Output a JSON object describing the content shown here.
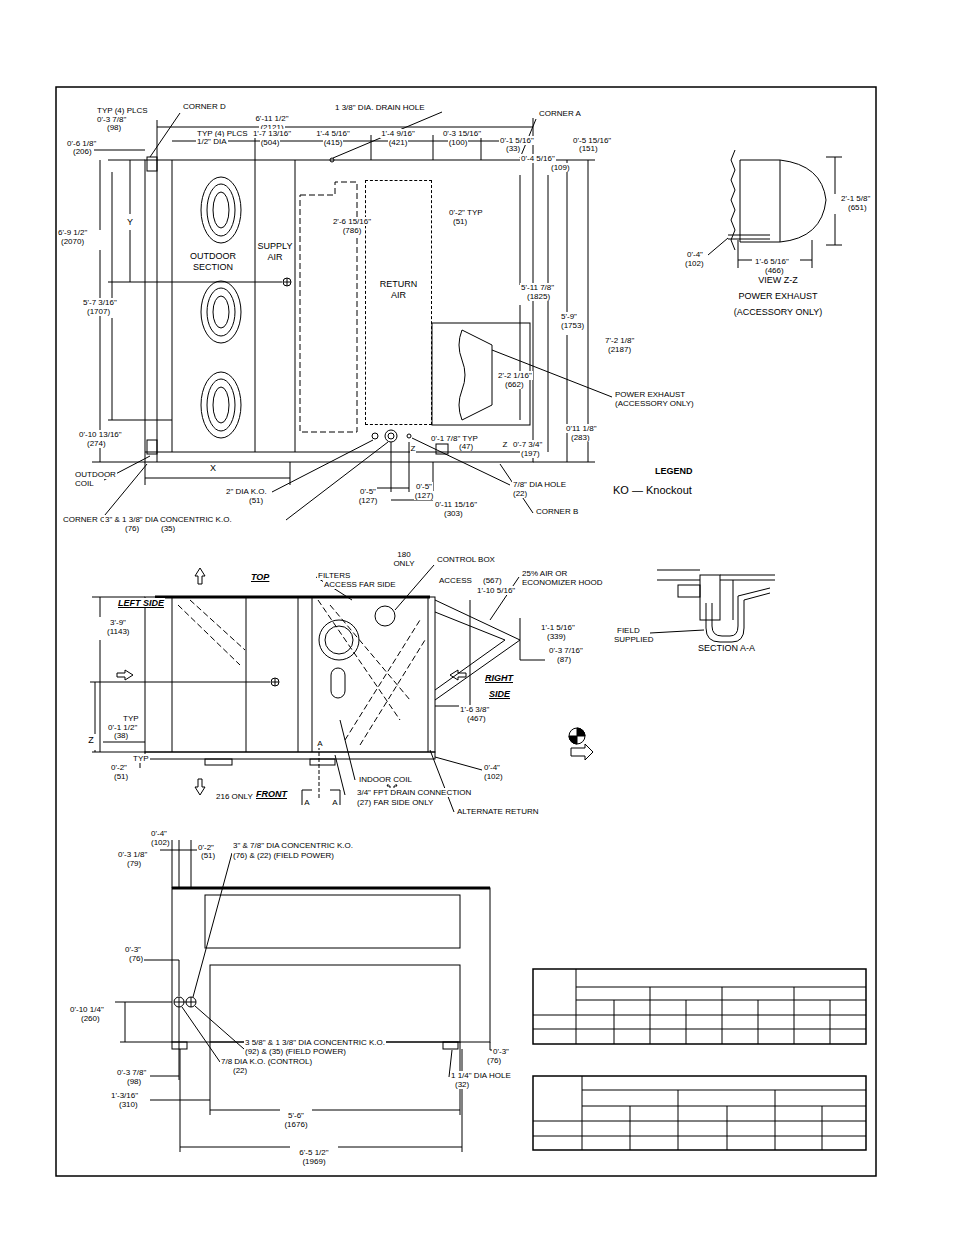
{
  "diagram": {
    "nodes": [
      {
        "text": [
          "OUTDOOR SECTION"
        ]
      },
      {
        "text": [
          "SUPPLY AIR"
        ]
      },
      {
        "text": [
          "RETURN AIR"
        ]
      }
    ],
    "labels": [
      "TYP (4) PLCS",
      "0'-3 7/8\"",
      "(98)",
      "0'-6 1/8\"",
      "(206)",
      "CORNER D",
      "TYP (4) PLCS",
      "1/2\" DIA",
      "6'-11 1/2\"",
      "(2121)",
      "1 3/8\" DIA. DRAIN HOLE",
      "CORNER A",
      "1'-7 13/16\"",
      "(504)",
      "1'-4 5/16\"",
      "(415)",
      "1'-4 9/16\"",
      "(421)",
      "0'-3 15/16\"",
      "(100)",
      "0'-1 5/16\"",
      "(33)",
      "0'-5 15/16\"",
      "(151)",
      "0'-4 5/16\"",
      "(109)",
      "Y",
      "6'-9 1/2\"",
      "(2070)",
      "5'-7 3/16\"",
      "(1707)",
      "2'-6 15/16\"",
      "(786)",
      "0'-2\" TYP",
      "(51)",
      "5'-11 7/8\"",
      "(1825)",
      "5'-9\"",
      "(1753)",
      "7'-2 1/8\"",
      "(2187)",
      "2'-2 1/16\"",
      "(662)",
      "POWER EXHAUST",
      "(ACCESSORY ONLY)",
      "0'-10 13/16\"",
      "(274)",
      "0'11 1/8\"",
      "(283)",
      "0'-1 7/8\" TYP",
      "(47)",
      "Z",
      "Z",
      "0'-7 3/4\"",
      "(197)",
      "X",
      "OUTDOOR",
      "COIL",
      "2\" DIA K.O.",
      "(51)",
      "0'-5\"",
      "(127)",
      "0'-5\"",
      "(127)",
      "0'-11 15/16\"",
      "(303)",
      "7/8\" DIA HOLE",
      "(22)",
      "CORNER B",
      "CORNER C",
      "3\" & 1 3/8\" DIA CONCENTRIC K.O.",
      "(76)",
      "(35)",
      "2'-1 5/8\"",
      "(651)",
      "0'-4\"",
      "(102)",
      "1'-6 5/16\"",
      "(466)",
      "VIEW Z-Z",
      "POWER EXHAUST",
      "(ACCESSORY ONLY)",
      "LEGEND",
      "KO — Knockout",
      "180",
      "ONLY",
      "CONTROL BOX",
      "ACCESS",
      "(567)",
      "FILTERS",
      "ACCESS FAR SIDE",
      "TOP",
      "25% AIR OR",
      "ECONOMIZER HOOD",
      "1'-10 5/16\"",
      "1'-1 5/16\"",
      "(339)",
      "3'-9\"",
      "(1143)",
      "LEFT SIDE",
      "0'-3 7/16\"",
      "(87)",
      "RIGHT",
      "SIDE",
      "Z",
      "1'-6 3/8\"",
      "(467)",
      "TYP",
      "0'-1 1/2\"",
      "(38)",
      "TYP",
      "0'-2\"",
      "(51)",
      "0'-4\"",
      "(102)",
      "216 ONLY",
      "FRONT",
      "A",
      "A",
      "A",
      "INDOOR COIL",
      "3/4\" FPT DRAIN CONNECTION",
      "(27) FAR SIDE ONLY",
      "ALTERNATE RETURN",
      "FIELD",
      "SUPPLIED",
      "SECTION A-A",
      "0'-4\"",
      "(102)",
      "0'-2\"",
      "(51)",
      "0'-3 1/8\"",
      "(79)",
      "3\" & 7/8\" DIA CONCENTRIC K.O.",
      "(76) & (22) (FIELD POWER)",
      "0'-3\"",
      "(76)",
      "0'-10 1/4\"",
      "(260)",
      "3 5/8\" & 1 3/8\" DIA CONCENTRIC K.O.",
      "(92) & (35) (FIELD POWER)",
      "7/8 DIA K.O. (CONTROL)",
      "(22)",
      "0'-3 7/8\"",
      "(98)",
      "1'-3/16\"",
      "(310)",
      "0'-3\"",
      "(76)",
      "1 1/4\" DIA HOLE",
      "(32)",
      "5'-6\"",
      "(1676)",
      "6'-5 1/2\"",
      "(1969)"
    ]
  }
}
